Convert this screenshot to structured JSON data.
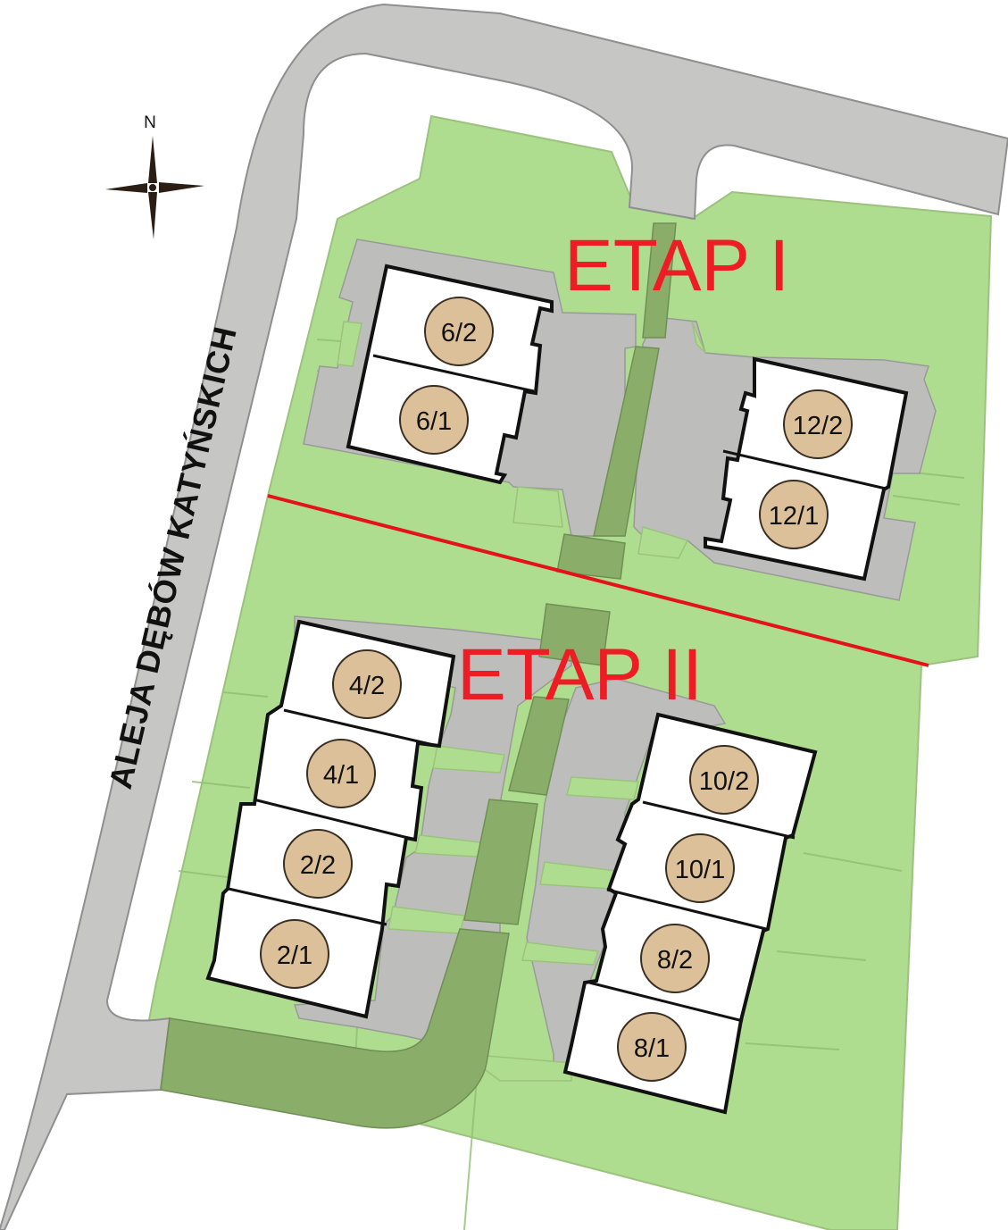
{
  "colors": {
    "background": "#ffffff",
    "lawn": "#aedd8f",
    "lawn_edge": "#9cc27e",
    "road": "#c6c6c4",
    "road_edge": "#8f8f8f",
    "paving": "#bdbdbb",
    "green_path": "#8aad6a",
    "building_fill": "#ffffff",
    "building_outline": "#111111",
    "unit_badge": "#dcc09a",
    "unit_badge_outline": "#3a2e22",
    "stage_label": "#ee1c25",
    "stage_boundary": "#e3121b"
  },
  "compass": {
    "north_label": "N",
    "icon": "compass-rose-icon"
  },
  "street": {
    "name": "ALEJA DĘBÓW KATYŃSKICH"
  },
  "stages": [
    {
      "label": "ETAP I"
    },
    {
      "label": "ETAP II"
    }
  ],
  "units": [
    {
      "label": "6/2"
    },
    {
      "label": "6/1"
    },
    {
      "label": "12/2"
    },
    {
      "label": "12/1"
    },
    {
      "label": "4/2"
    },
    {
      "label": "4/1"
    },
    {
      "label": "2/2"
    },
    {
      "label": "2/1"
    },
    {
      "label": "10/2"
    },
    {
      "label": "10/1"
    },
    {
      "label": "8/2"
    },
    {
      "label": "8/1"
    }
  ]
}
